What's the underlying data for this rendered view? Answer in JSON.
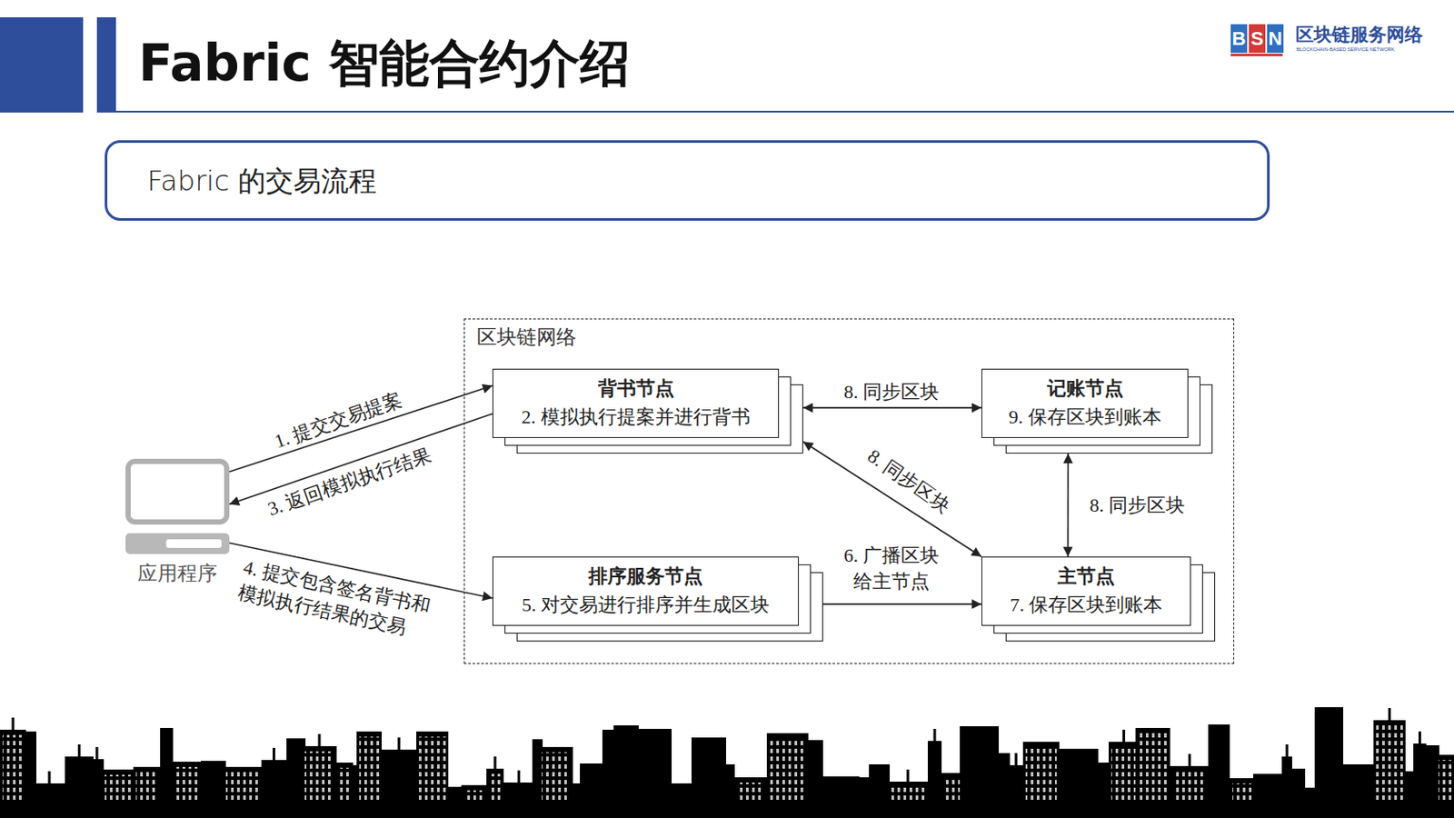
{
  "diagram": {
    "title": "Fabric 智能合约介绍",
    "nodes": [
      {
        "text": [
          "Fabric 的交易流程"
        ]
      },
      {
        "text": [
          "区块链网络"
        ]
      },
      {
        "text": [
          "背书节点",
          "2. 模拟执行提案并进行背书"
        ],
        "in": 1
      },
      {
        "text": [
          "记账节点",
          "9. 保存区块到账本"
        ],
        "in": 1
      },
      {
        "text": [
          "应用程序"
        ]
      },
      {
        "text": [
          "排序服务节点",
          "5. 对交易进行排序并生成区块"
        ],
        "in": 1
      },
      {
        "text": [
          "主节点",
          "7. 保存区块到账本"
        ],
        "in": 1
      }
    ],
    "edges": [
      {
        "from": 4,
        "to": 2,
        "label": "1. 提交交易提案",
        "arrow": "to"
      },
      {
        "from": 2,
        "to": 4,
        "label": "3. 返回模拟执行结果",
        "arrow": "to"
      },
      {
        "from": 4,
        "to": 5,
        "label": "4. 提交包含签名背书和 模拟执行结果的交易",
        "arrow": "to"
      },
      {
        "from": 5,
        "to": 6,
        "label": "6. 广播区块 给主节点",
        "arrow": "to"
      },
      {
        "from": 2,
        "to": 3,
        "label": "8. 同步区块",
        "arrow": "both"
      },
      {
        "from": 2,
        "to": 6,
        "label": "8. 同步区块",
        "arrow": "both"
      },
      {
        "from": 3,
        "to": 6,
        "label": "8. 同步区块",
        "arrow": "both"
      }
    ],
    "labels": [
      "B",
      "S",
      "N",
      "区块链服务网络",
      "BLOCKCHAIN-BASED SERVICE NETWORK"
    ]
  }
}
